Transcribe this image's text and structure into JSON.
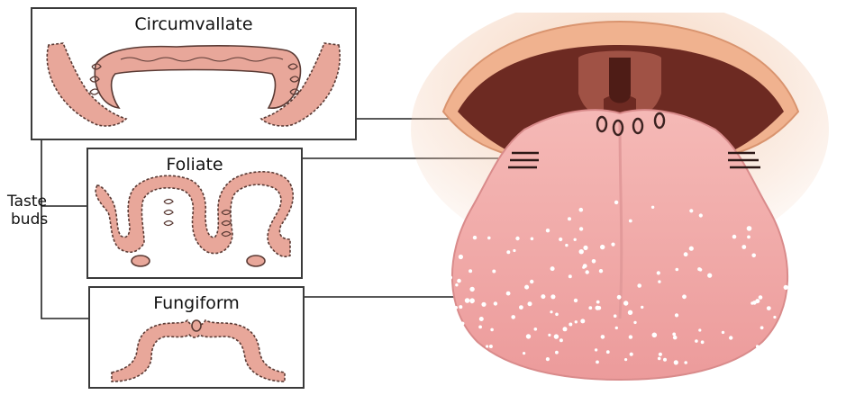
{
  "diagram": {
    "panels": {
      "circumvallate": {
        "title": "Circumvallate"
      },
      "foliate": {
        "title": "Foliate"
      },
      "fungiform": {
        "title": "Fungiform"
      }
    },
    "side_label": {
      "line1": "Taste",
      "line2": "buds"
    },
    "colors": {
      "tissue": "#e8a79a",
      "tissue_outline": "#5a3a34",
      "tongue": "#f1a9a9",
      "tongue_dark": "#d98b8b",
      "mouth_cavity": "#6d2a22",
      "lip_skin": "#f3cdb5",
      "leader_line": "#222222"
    }
  }
}
